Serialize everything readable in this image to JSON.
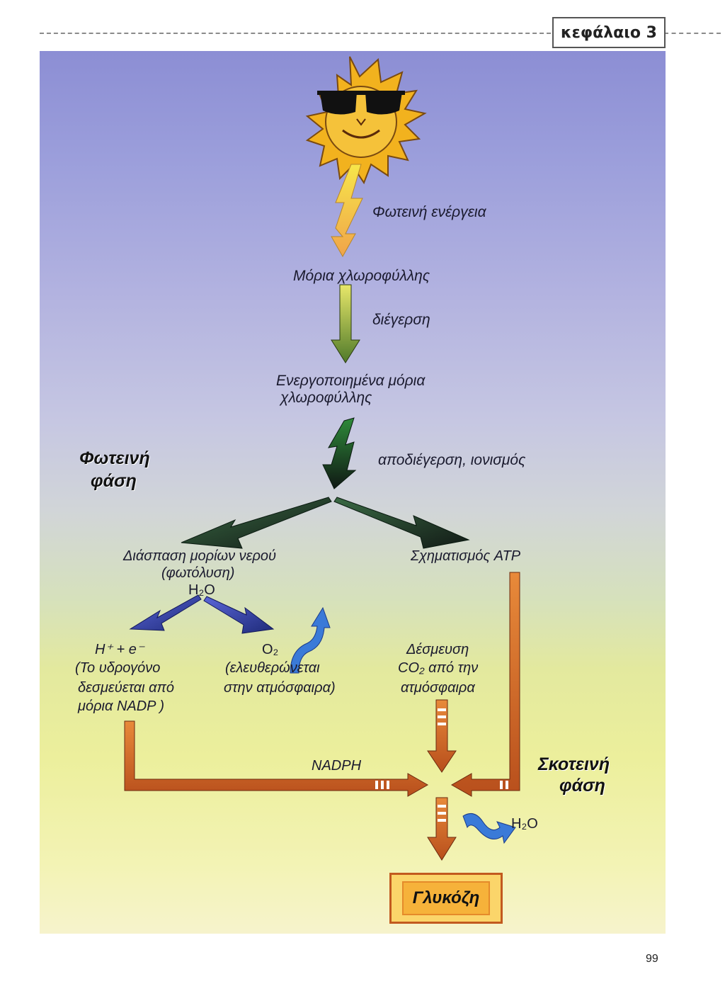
{
  "header": {
    "chapter": "κεφάλαιο 3"
  },
  "diagram": {
    "light_energy": "Φωτεινή ενέργεια",
    "chlorophyll_molecules": "Μόρια χλωροφύλλης",
    "excitation": "διέγερση",
    "activated_line1": "Ενεργοποιημένα μόρια",
    "activated_line2": "χλωροφύλλης",
    "deexcitation": "αποδιέγερση, ιονισμός",
    "light_phase_line1": "Φωτεινή",
    "light_phase_line2": "φάση",
    "water_split_line1": "Διάσπαση μορίων νερού",
    "water_split_line2": "(φωτόλυση)",
    "water_formula": "H₂O",
    "atp_formation": "Σχηματισμός ATP",
    "h_e": "H⁺ + e⁻",
    "hydrogen_line1": "(Το υδρογόνο",
    "hydrogen_line2": "δεσμεύεται από",
    "hydrogen_line3": "μόρια NADP )",
    "oxygen": "O₂",
    "oxygen_line1": "(ελευθερώνεται",
    "oxygen_line2": "στην ατμόσφαιρα)",
    "co2_line1": "Δέσμευση",
    "co2_line2": "CO₂ από την",
    "co2_line3": "ατμόσφαιρα",
    "nadph": "NADPH",
    "dark_phase_line1": "Σκοτεινή",
    "dark_phase_line2": "φάση",
    "water_out": "H₂O",
    "glucose": "Γλυκόζη"
  },
  "footer": {
    "page_number": "99"
  },
  "colors": {
    "lightning_yellow": "#f4c542",
    "green_arrow": "#9aa838",
    "dark_arrow": "#1e2e2a",
    "blue_arrow": "#3a44b8",
    "orange_arrow": "#d4702a",
    "glucose_fill": "#f6b23a"
  }
}
